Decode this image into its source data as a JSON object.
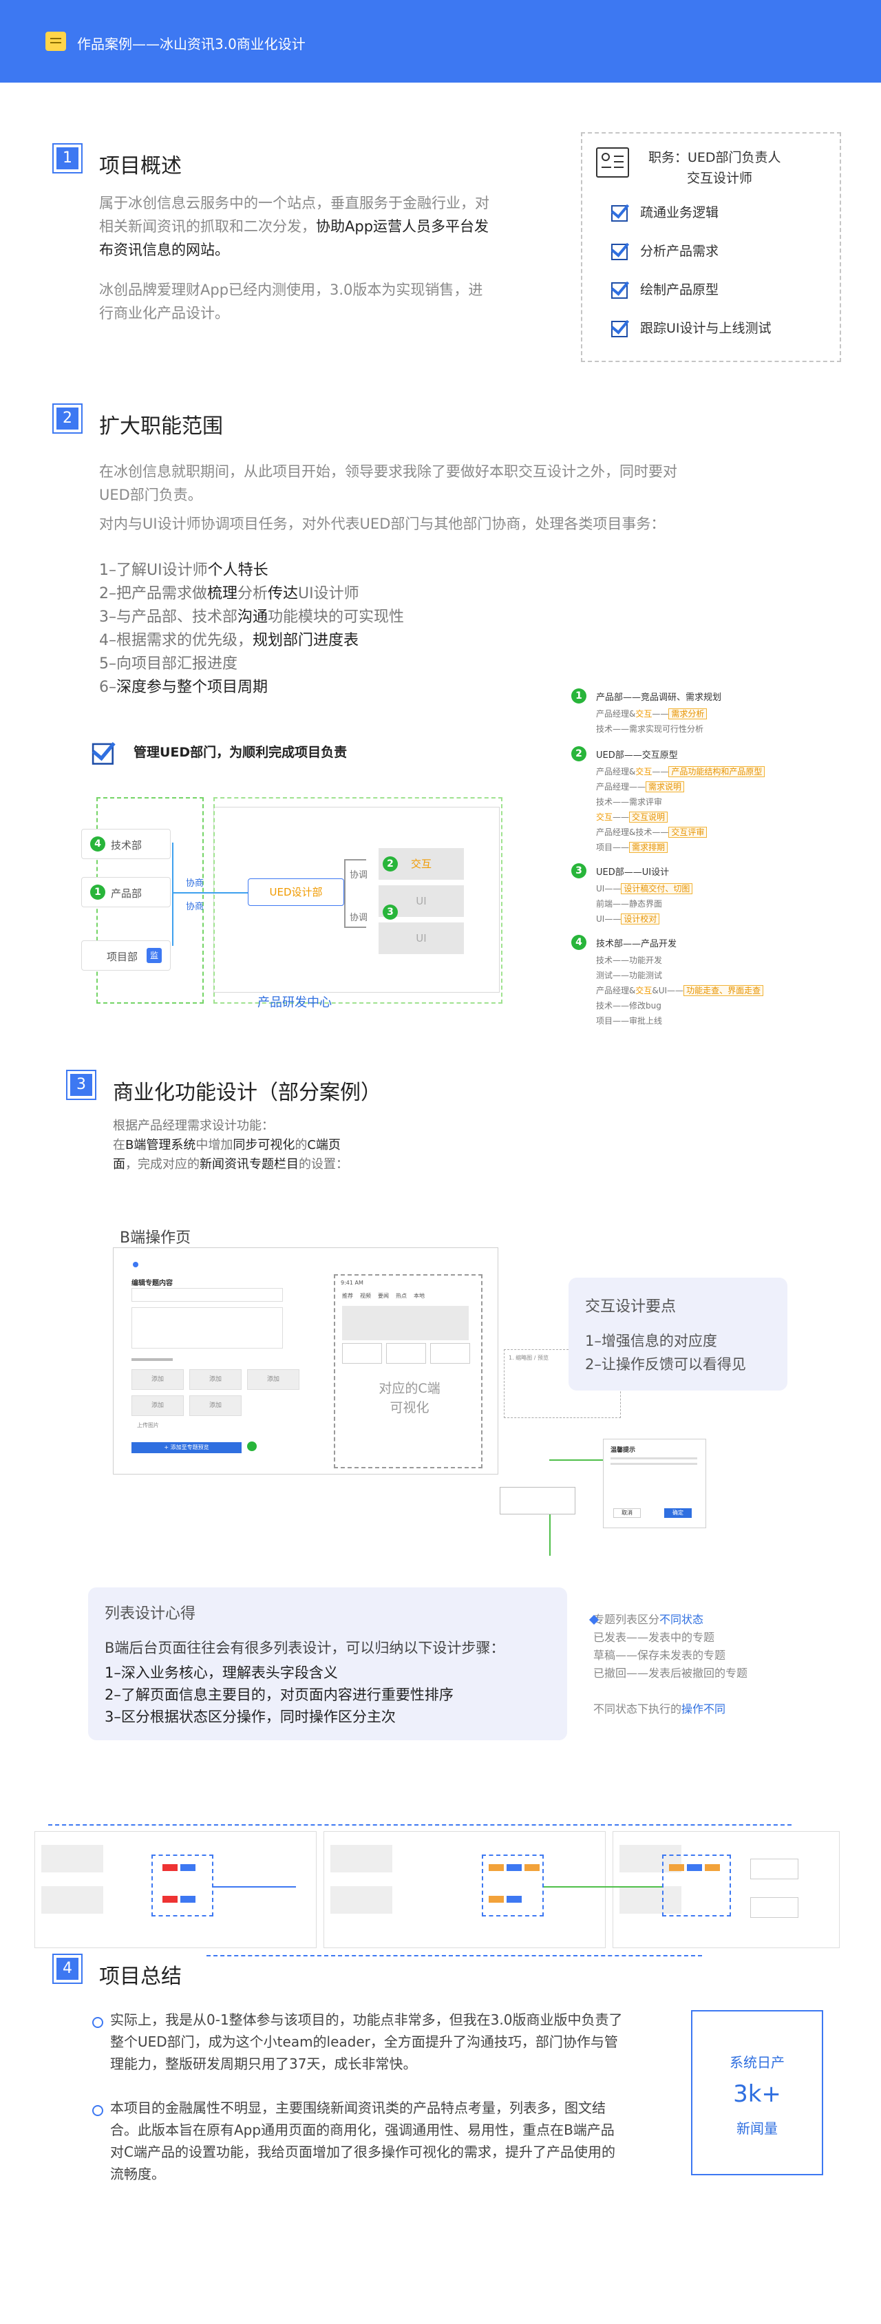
{
  "header": {
    "title": "作品案例——冰山资讯3.0商业化设计",
    "icon": "note-icon"
  },
  "s1": {
    "num": "1",
    "title": "项目概述",
    "p1a": "属于冰创信息云服务中的一个站点，垂直服务于金融行业，对",
    "p1b": "相关新闻资讯的抓取和二次分发，",
    "p1c": "协助App运营人员多平台发",
    "p1d": "布资讯信息的网站。",
    "p2a": "冰创品牌爱理财App已经内测使用，3.0版本为实现销售，进",
    "p2b": "行商业化产品设计。",
    "role1": "职务：UED部门负责人",
    "role2": "交互设计师",
    "duties": [
      "疏通业务逻辑",
      "分析产品需求",
      "绘制产品原型",
      "跟踪UI设计与上线测试"
    ]
  },
  "s2": {
    "num": "2",
    "title": "扩大职能范围",
    "p1a": "在冰创信息就职期间，从此项目开始，领导要求我除了要做好本职交互设计之外，同时要对",
    "p1b": "UED部门负责。",
    "p2": "对内与UI设计师协调项目任务，对外代表UED部门与其他部门协商，处理各类项目事务：",
    "items": [
      {
        "a": "1–了解UI设计师",
        "b": "个人特长",
        "c": ""
      },
      {
        "a": "2–把产品需求做",
        "b": "梳理",
        "c": "分析",
        "d": "传达",
        "e": "UI设计师"
      },
      {
        "a": "3–与产品部、技术部",
        "b": "沟通",
        "c": "功能模块的可实现性"
      },
      {
        "a": "4–根据需求的优先级，",
        "b": "规划部门进度表",
        "c": ""
      },
      {
        "a": "5–向项目部汇报进度",
        "b": "",
        "c": ""
      },
      {
        "a": "6–",
        "b": "深度参与整个项目周期",
        "c": ""
      }
    ],
    "manage": "管理UED部门，为顺利完成项目负责",
    "diagram": {
      "tech": "技术部",
      "prod": "产品部",
      "proj": "项目部",
      "proj_badge": "监",
      "ued": "UED设计部",
      "xie": "协商",
      "xt": "协调",
      "jh": "交互",
      "ui": "UI",
      "center": "产品研发中心",
      "n4": "4",
      "n1": "1",
      "n2": "2",
      "n3": "3"
    },
    "flow": [
      {
        "n": "1",
        "title": "产品部——竞品调研、需求规划",
        "rows": [
          [
            "产品经理&",
            "交互",
            "——",
            "需求分析"
          ],
          [
            "技术——需求实现可行性分析"
          ]
        ]
      },
      {
        "n": "2",
        "title": "UED部——交互原型",
        "rows": [
          [
            "产品经理&",
            "交互",
            "——",
            "产品功能结构和产品原型"
          ],
          [
            "产品经理——",
            "需求说明"
          ],
          [
            "技术——需求评审"
          ],
          [
            "交互",
            "——",
            "交互说明"
          ],
          [
            "产品经理&技术——",
            "交互评审"
          ],
          [
            "项目——",
            "需求排期"
          ]
        ]
      },
      {
        "n": "3",
        "title": "UED部——UI设计",
        "rows": [
          [
            "UI——",
            "设计稿交付、切图"
          ],
          [
            "前端——静态界面"
          ],
          [
            "UI——",
            "设计校对"
          ]
        ]
      },
      {
        "n": "4",
        "title": "技术部——产品开发",
        "rows": [
          [
            "技术——功能开发"
          ],
          [
            "测试——功能测试"
          ],
          [
            "产品经理&",
            "交互",
            "&UI——",
            "功能走查、界面走查"
          ],
          [
            "技术——修改bug"
          ],
          [
            "项目——审批上线"
          ]
        ]
      }
    ]
  },
  "s3": {
    "num": "3",
    "title": "商业化功能设计（部分案例）",
    "p1": "根据产品经理需求设计功能：",
    "p2a": "在",
    "p2b": "B端管理系统",
    "p2c": "中增加",
    "p2d": "同步可视化",
    "p2e": "的",
    "p2f": "C端页",
    "p2g": "面",
    "p2h": "，完成对应的",
    "p2i": "新闻资讯专题栏目",
    "p2j": "的设置：",
    "b_label": "B端操作页",
    "c_label1": "对应的C端",
    "c_label2": "可视化",
    "key_title": "交互设计要点",
    "key1": "1–增强信息的对应度",
    "key2": "2–让操作反馈可以看得见",
    "list_title": "列表设计心得",
    "list_p": "B端后台页面往往会有很多列表设计，可以归纳以下设计步骤：",
    "list_items": [
      "1–深入业务核心，理解表头字段含义",
      "2–了解页面信息主要目的，对页面内容进行重要性排序",
      "3–区分根据状态区分操作，同时操作区分主次"
    ],
    "status_title_a": "专题列表区分",
    "status_title_b": "不同状态",
    "status": [
      "已发表——发表中的专题",
      "草稿——保存未发表的专题",
      "已撤回——发表后被撤回的专题"
    ],
    "status_foot_a": "不同状态下执行的",
    "status_foot_b": "操作不同",
    "mock": {
      "edit_title": "编辑专题内容",
      "add": "+ 添加至专题预览",
      "dialog_title": "温馨提示",
      "dialog_cancel": "取消",
      "dialog_ok": "确定",
      "tabs": [
        "推荐",
        "视频",
        "要闻",
        "热点",
        "本地"
      ],
      "phone_time": "9:41 AM",
      "upload": "上传图片",
      "pic": "添加"
    }
  },
  "s4": {
    "num": "4",
    "title": "项目总结",
    "p1a": "实际上，我是从0-1整体参与该项目的，功能点非常多，但我在3.0版商业版中负责了",
    "p1b": "整个UED部门，成为这个小team的leader，全方面提升了沟通技巧，部门协作与管",
    "p1c": "理能力，整版研发周期只用了37天，成长非常快。",
    "p2a": "本项目的金融属性不明显，主要围绕新闻资讯类的产品特点考量，列表多，图文结",
    "p2b": "合。此版本旨在原有App通用页面的商用化，强调通用性、易用性，重点在B端产品",
    "p2c": "对C端产品的设置功能，我给页面增加了很多操作可视化的需求，提升了产品使用的",
    "p2d": "流畅度。",
    "stat_label": "系统日产",
    "stat_value": "3k+",
    "stat_unit": "新闻量"
  }
}
